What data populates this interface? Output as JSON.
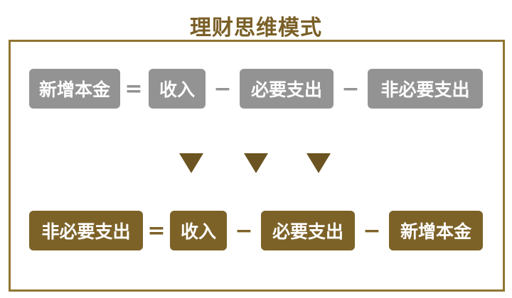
{
  "title": "理财思维模式",
  "colors": {
    "gray_box": "#939393",
    "gold_box": "#7d6228",
    "frame": "#8f7532",
    "title": "#7a5f27",
    "arrow": "#6b5421"
  },
  "row1": {
    "items": [
      "新增本金",
      "收入",
      "必要支出",
      "非必要支出"
    ],
    "ops": [
      "=",
      "−",
      "−"
    ]
  },
  "row2": {
    "items": [
      "非必要支出",
      "收入",
      "必要支出",
      "新增本金"
    ],
    "ops": [
      "=",
      "−",
      "−"
    ]
  },
  "arrows": [
    "down-triangle",
    "down-triangle",
    "down-triangle"
  ]
}
